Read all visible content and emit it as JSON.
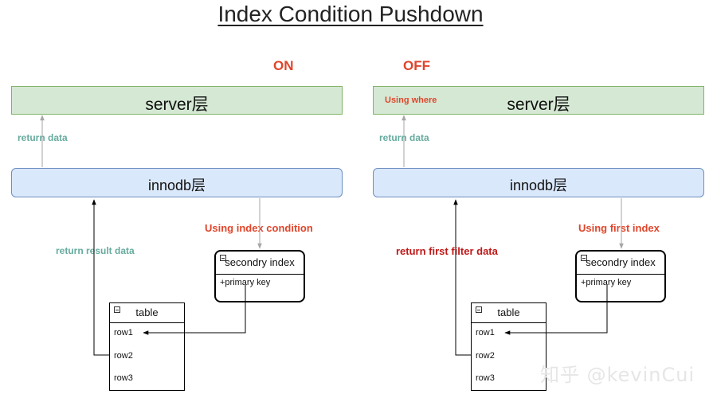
{
  "title": "Index Condition Pushdown",
  "panels": {
    "on": {
      "mode": "ON",
      "server_label": "server层",
      "server_note": "",
      "innodb_label": "innodb层",
      "return_data": "return data",
      "index_note": "Using index condition",
      "return_note": "return  result data",
      "index_box": {
        "title": "secondry index",
        "body": "+primary key"
      },
      "table_box": {
        "title": "table",
        "rows": [
          "row1",
          "row2",
          "row3"
        ]
      }
    },
    "off": {
      "mode": "OFF",
      "server_label": "server层",
      "server_note": "Using where",
      "innodb_label": "innodb层",
      "return_data": "return data",
      "index_note": "Using first index",
      "return_note": "return first filter data",
      "index_box": {
        "title": "secondry index",
        "body": "+primary key"
      },
      "table_box": {
        "title": "table",
        "rows": [
          "row1",
          "row2",
          "row3"
        ]
      }
    }
  },
  "watermark": "知乎 @kevinCui",
  "colors": {
    "server_fill": "#d5e8d4",
    "innodb_fill": "#dae8fc",
    "accent_red": "#e0452b",
    "note_green": "#67ab9f"
  }
}
